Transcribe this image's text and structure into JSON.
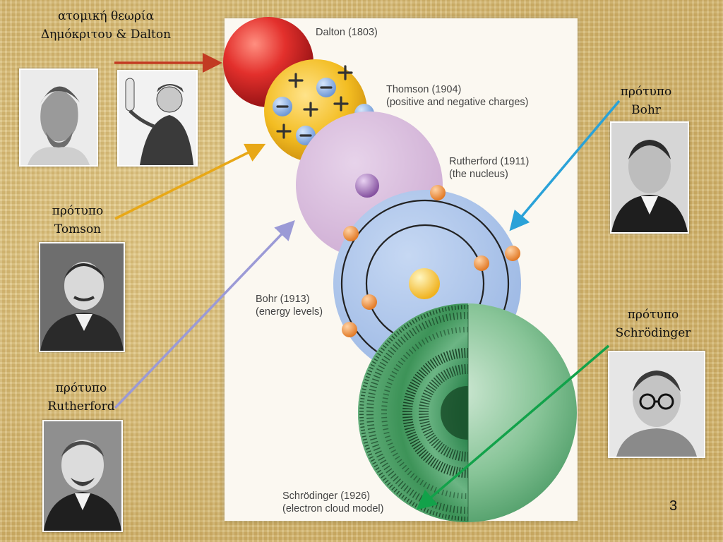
{
  "labels": {
    "atomic_theory_line1": "ατομική θεωρία",
    "atomic_theory_line2": "Δημόκριτου &  Dalton",
    "thomson_line1": "πρότυπο",
    "thomson_line2": "Tomson",
    "rutherford_line1": "πρότυπο",
    "rutherford_line2": "Rutherford",
    "bohr_line1": "πρότυπο",
    "bohr_line2": "Bohr",
    "schrodinger_line1": "πρότυπο",
    "schrodinger_line2": "Schrödinger"
  },
  "models": {
    "dalton": "Dalton (1803)",
    "thomson_title": "Thomson (1904)",
    "thomson_sub": "(positive and negative charges)",
    "rutherford_title": "Rutherford (1911)",
    "rutherford_sub": "(the nucleus)",
    "bohr_title": "Bohr (1913)",
    "bohr_sub": "(energy levels)",
    "schrodinger_title": "Schrödinger (1926)",
    "schrodinger_sub": "(electron cloud model)"
  },
  "thomson_charges": {
    "plus": "+",
    "minus": "−"
  },
  "page_number": "3",
  "colors": {
    "dalton_sphere": "#d8262a",
    "thomson_sphere": "#f2bd23",
    "rutherford_sphere": "#d9b9dd",
    "bohr_sphere": "#a9c4ea",
    "schrodinger_sphere": "#5fae77",
    "arrow_dalton": "#c23b22",
    "arrow_thomson": "#e8a817",
    "arrow_rutherford": "#9b9ad6",
    "arrow_bohr": "#2aa2d8",
    "arrow_schrodinger": "#12a24a"
  }
}
